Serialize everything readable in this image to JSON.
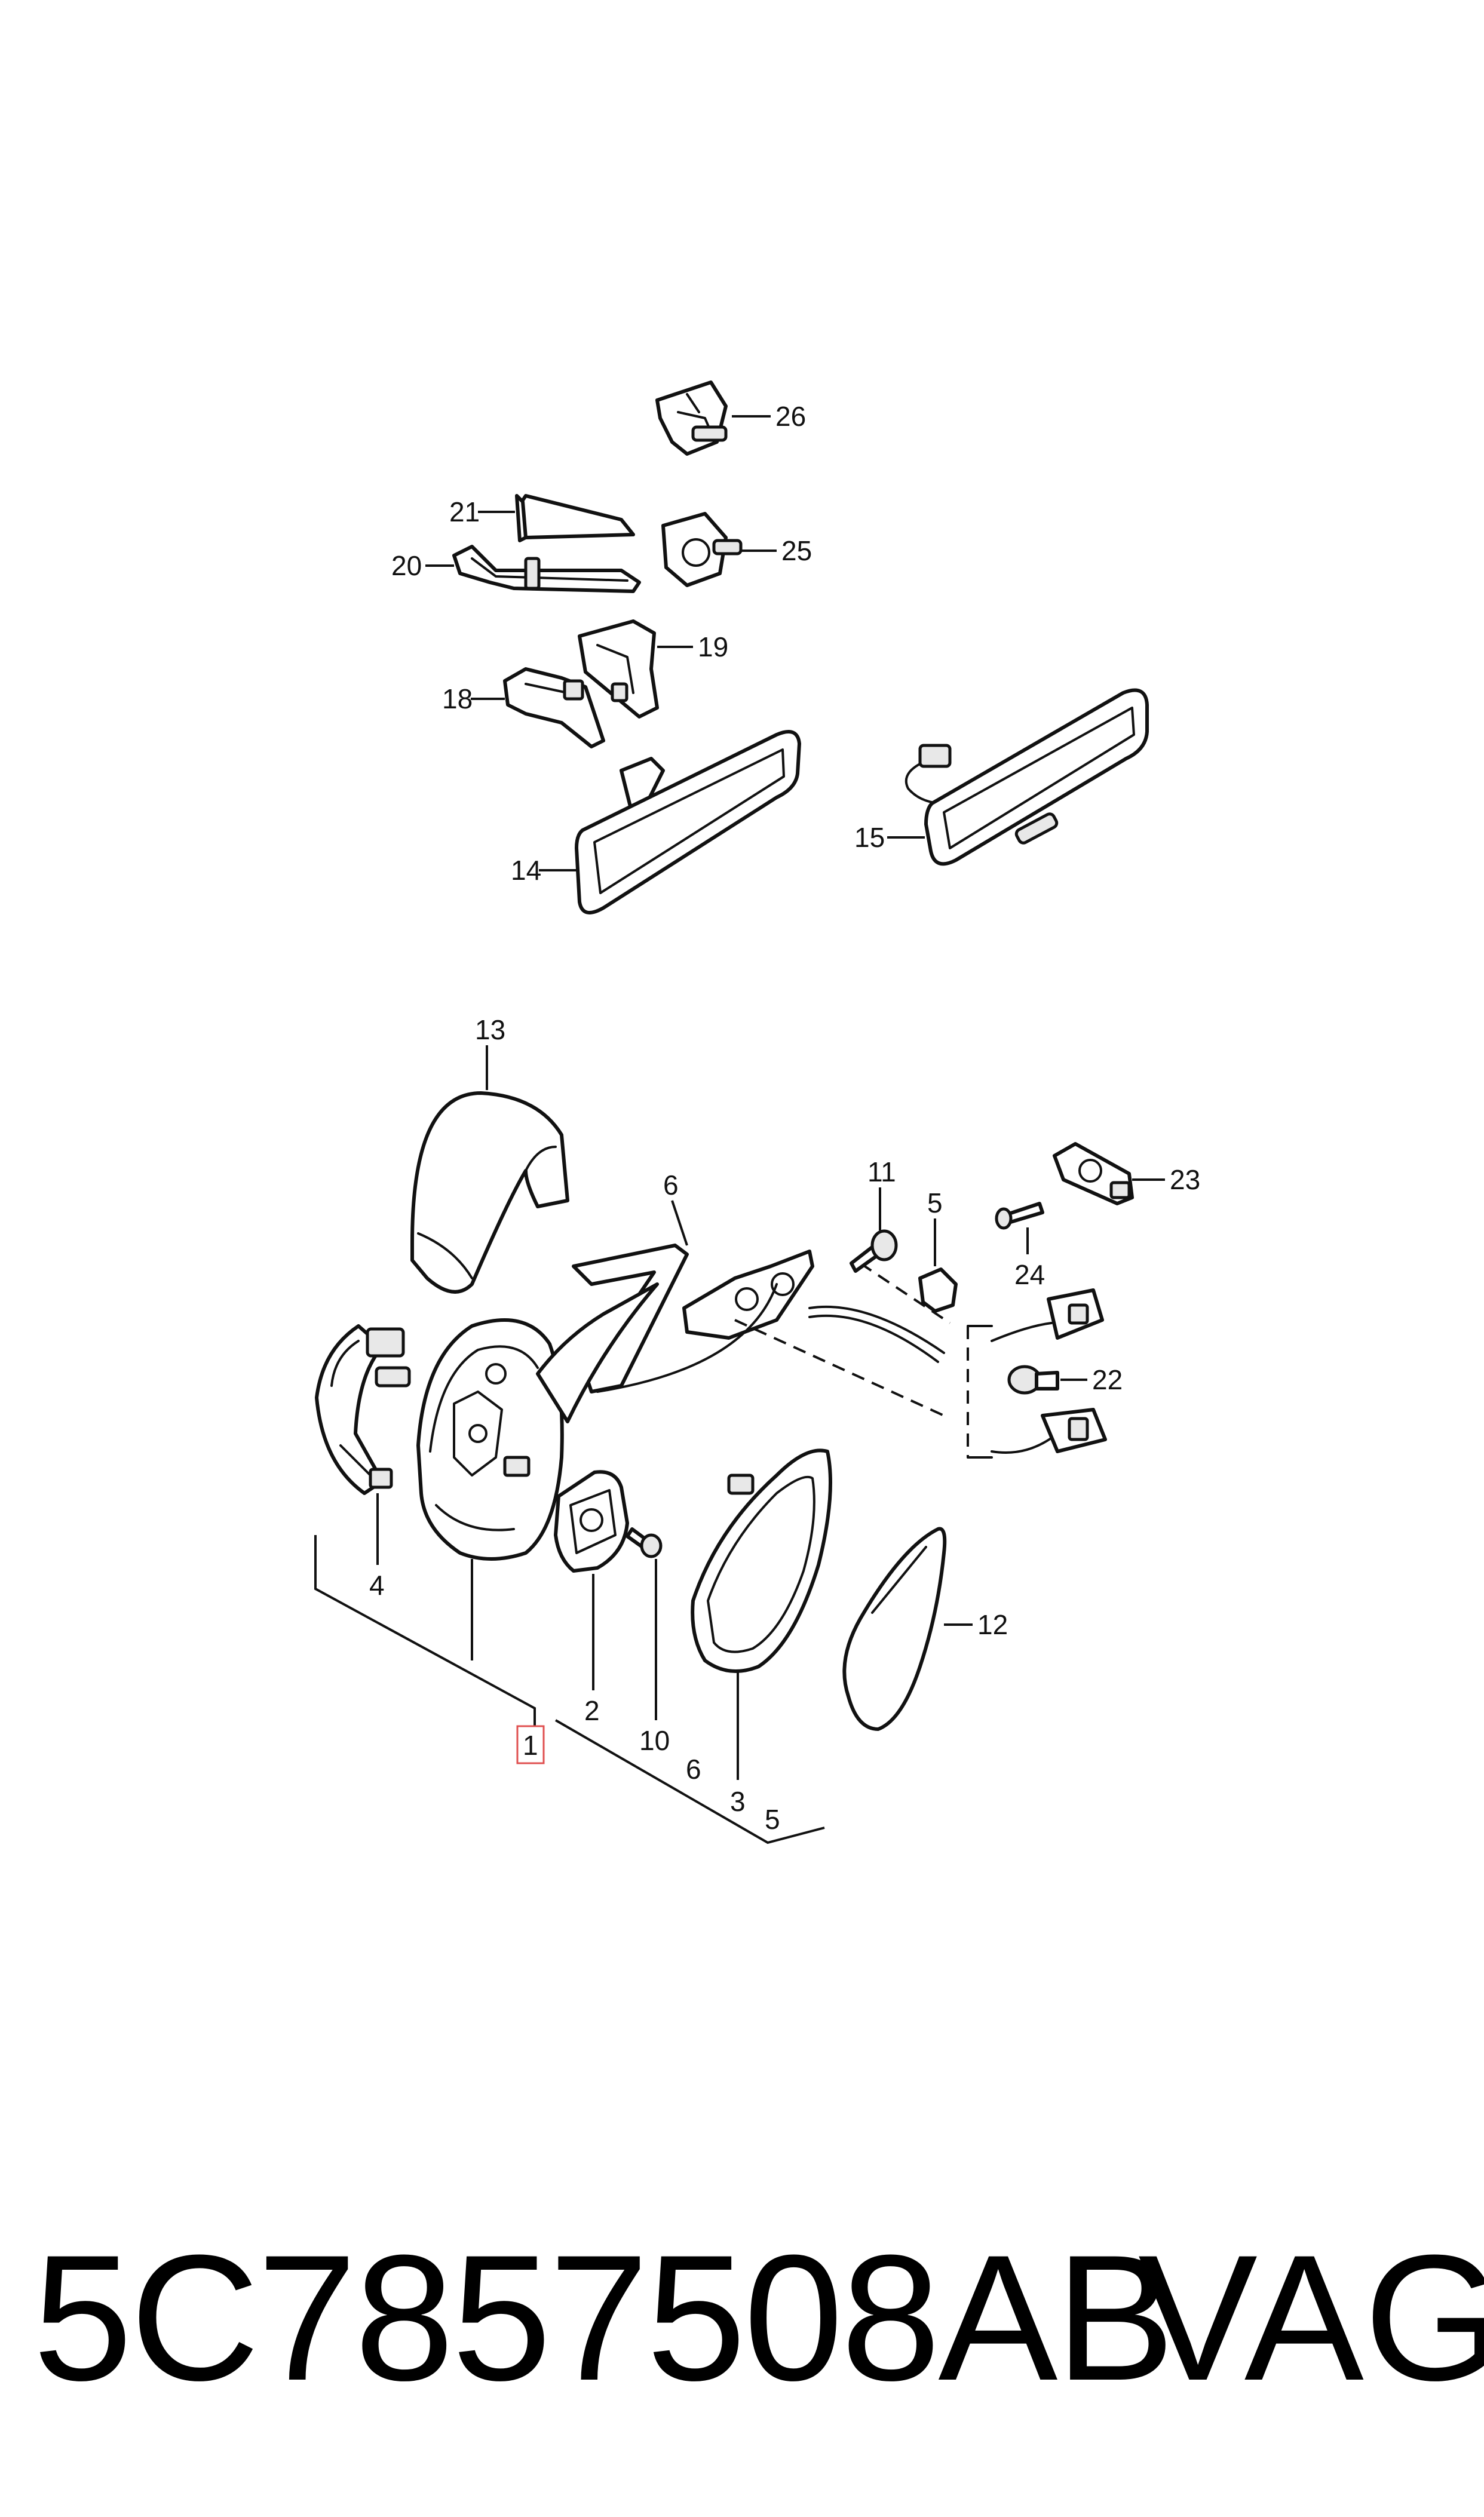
{
  "callouts": {
    "c1": "1",
    "c2": "2",
    "c3": "3",
    "c4": "4",
    "c5": "5",
    "c5b": "5",
    "c6": "6",
    "c6b": "6",
    "c10": "10",
    "c11": "11",
    "c12": "12",
    "c13": "13",
    "c14": "14",
    "c15": "15",
    "c18": "18",
    "c19": "19",
    "c20": "20",
    "c21": "21",
    "c22": "22",
    "c23": "23",
    "c24": "24",
    "c25": "25",
    "c26": "26"
  },
  "footer": {
    "part_number": "5C7857508AB",
    "brand": "VAG"
  },
  "colors": {
    "line": "#111111",
    "highlight": "#e05050"
  }
}
